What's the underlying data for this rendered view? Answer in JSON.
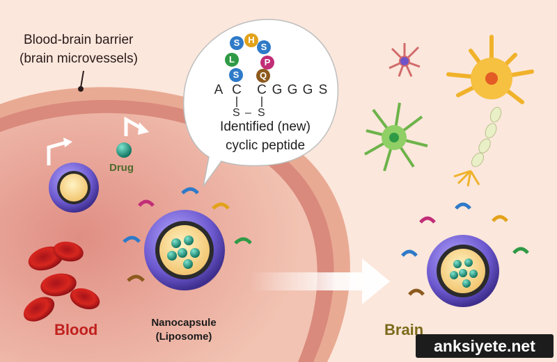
{
  "labels": {
    "bbb_line1": "Blood-brain barrier",
    "bbb_line2": "(brain microvessels)",
    "identified_line1": "Identified (new)",
    "identified_line2": "cyclic peptide",
    "drug": "Drug",
    "blood": "Blood",
    "brain": "Brain",
    "nanocapsule_line1": "Nanocapsule",
    "nanocapsule_line2": "(Liposome)"
  },
  "peptide": {
    "loop_beads": [
      {
        "letter": "S",
        "color": "#2e7ac8"
      },
      {
        "letter": "H",
        "color": "#e2a21a"
      },
      {
        "letter": "S",
        "color": "#2e7ac8"
      },
      {
        "letter": "L",
        "color": "#2f9a45"
      },
      {
        "letter": "P",
        "color": "#c12d77"
      },
      {
        "letter": "S",
        "color": "#2e7ac8"
      },
      {
        "letter": "Q",
        "color": "#8c5a1e"
      }
    ],
    "sequence": [
      "A",
      "C",
      "C",
      "G",
      "G",
      "G",
      "S"
    ],
    "bridge": [
      "S",
      "–",
      "S"
    ]
  },
  "watermark": "anksiyete.net",
  "colors": {
    "background": "#fbe7dc",
    "vessel_wall": "#d98a7c",
    "blood": "#c0201e",
    "liposome": "#7e6ad8",
    "drug": "#1d9b82",
    "arrow": "#ffffff"
  }
}
